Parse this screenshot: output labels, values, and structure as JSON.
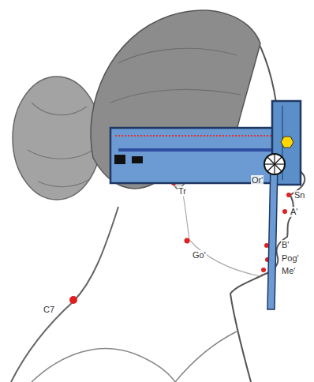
{
  "diagram": {
    "labels": [
      "Tr",
      "Or'",
      "Sn",
      "A'",
      "B'",
      "Pog'",
      "Me'",
      "Go'",
      "C7"
    ]
  }
}
